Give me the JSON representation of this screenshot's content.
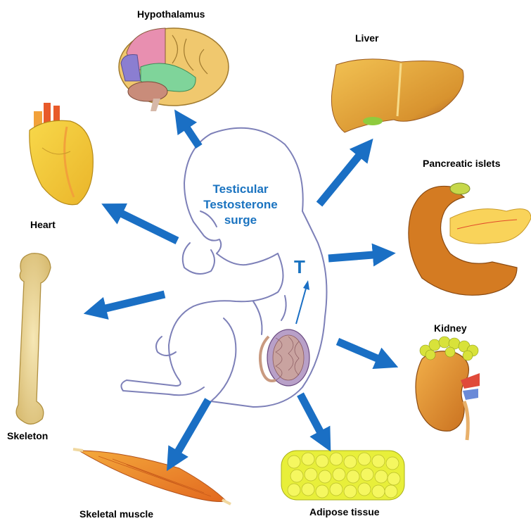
{
  "center": {
    "title_lines": [
      "Testicular",
      "Testosterone",
      "surge"
    ],
    "hormone_symbol": "T"
  },
  "organs": {
    "hypothalamus": "Hypothalamus",
    "liver": "Liver",
    "pancreatic_islets": "Pancreatic islets",
    "heart": "Heart",
    "kidney": "Kidney",
    "skeleton": "Skeleton",
    "skeletal_muscle": "Skeletal muscle",
    "adipose_tissue": "Adipose tissue"
  },
  "colors": {
    "arrow": "#1a6fc4",
    "title": "#1a73c0",
    "fetus_outline": "#7d80b8"
  }
}
